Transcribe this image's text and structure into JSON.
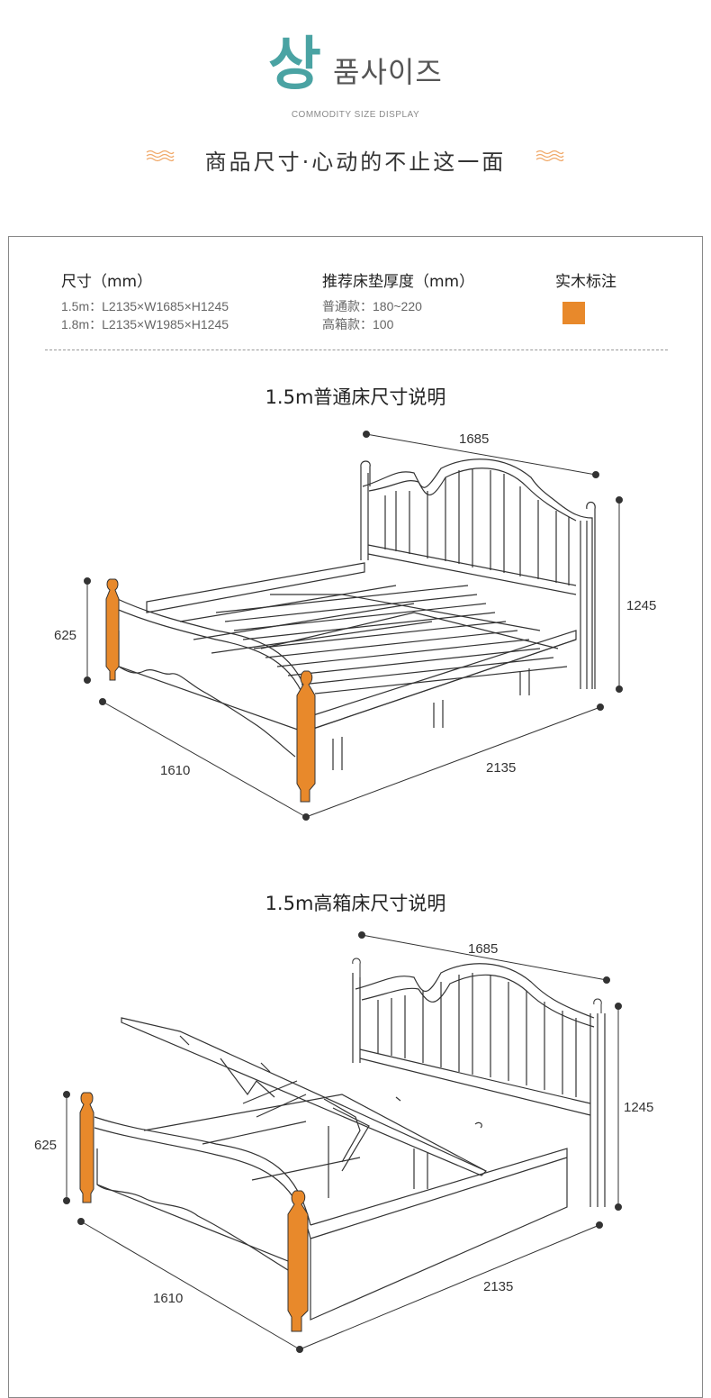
{
  "header": {
    "logo_big": "상",
    "logo_small": "품사이즈",
    "subtitle": "COMMODITY SIZE DISPLAY",
    "slogan": "商品尺寸·心动的不止这一面"
  },
  "colors": {
    "accent": "#e8892b",
    "wave": "#f0a868",
    "logo": "#4aa3a3"
  },
  "specs": {
    "size_title": "尺寸（mm）",
    "size_lines": [
      "1.5m：L2135×W1685×H1245",
      "1.8m：L2135×W1985×H1245"
    ],
    "mattress_title": "推荐床垫厚度（mm）",
    "mattress_lines": [
      "普通款：180~220",
      "高箱款：100"
    ],
    "wood_title": "实木标注"
  },
  "sections": [
    {
      "title": "1.5m普通床尺寸说明",
      "dims": {
        "width": "1685",
        "height": "1245",
        "foot_height": "625",
        "depth": "1610",
        "length": "2135"
      }
    },
    {
      "title": "1.5m高箱床尺寸说明",
      "dims": {
        "width": "1685",
        "height": "1245",
        "foot_height": "625",
        "depth": "1610",
        "length": "2135"
      }
    }
  ]
}
